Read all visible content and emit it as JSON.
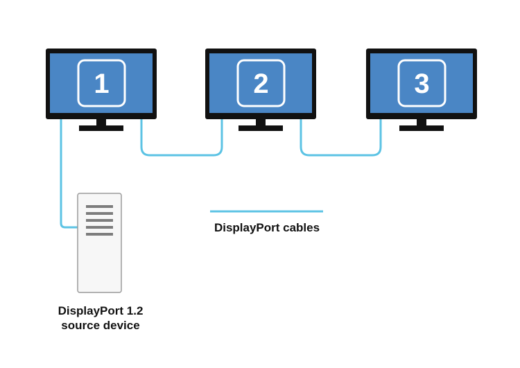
{
  "colors": {
    "screen": "#4a86c5",
    "bezel": "#111111",
    "cable": "#5cc3e4",
    "device_body": "#f7f7f7",
    "device_border": "#9a9a9a",
    "device_vent": "#7d7d7d",
    "text": "#111111"
  },
  "monitors": [
    {
      "number": "1"
    },
    {
      "number": "2"
    },
    {
      "number": "3"
    }
  ],
  "legend": {
    "label": "DisplayPort cables"
  },
  "source_device": {
    "line1": "DisplayPort 1.2",
    "line2": "source device"
  }
}
